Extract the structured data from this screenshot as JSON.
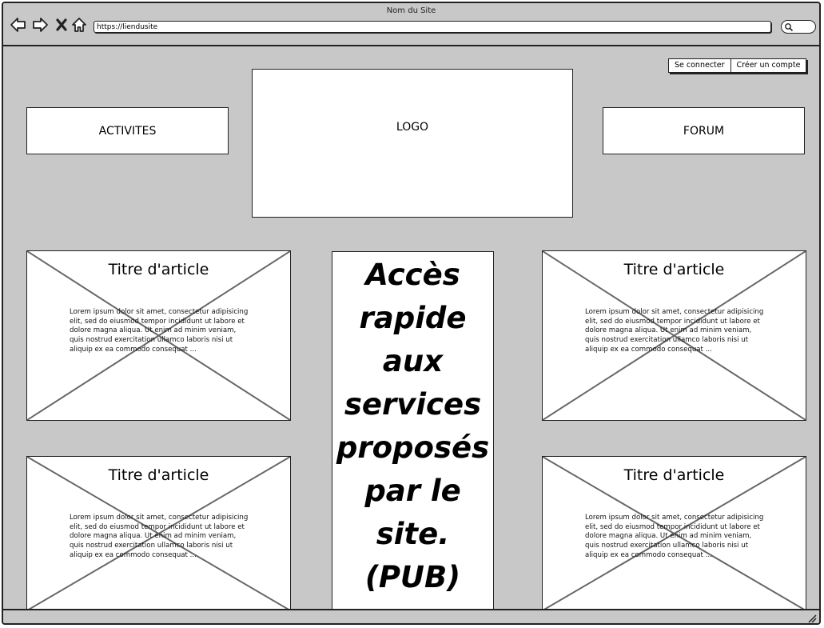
{
  "window": {
    "title": "Nom du Site",
    "url": "https://liendusite"
  },
  "icons": {
    "back": "back-arrow-icon",
    "forward": "forward-arrow-icon",
    "stop": "close-icon",
    "home": "home-icon",
    "search": "search-icon"
  },
  "auth": {
    "login_label": "Se connecter",
    "signup_label": "Créer un compte"
  },
  "nav": {
    "left_label": "ACTIVITES",
    "logo_label": "LOGO",
    "right_label": "FORUM"
  },
  "articles": [
    {
      "title": "Titre d'article",
      "body": "Lorem ipsum dolor sit amet, consectetur adipisicing elit, sed do eiusmod tempor incididunt ut labore et dolore magna aliqua. Ut enim ad minim veniam, quis nostrud exercitation ullamco laboris nisi ut aliquip ex ea commodo consequat ..."
    },
    {
      "title": "Titre d'article",
      "body": "Lorem ipsum dolor sit amet, consectetur adipisicing elit, sed do eiusmod tempor incididunt ut labore et dolore magna aliqua. Ut enim ad minim veniam, quis nostrud exercitation ullamco laboris nisi ut aliquip ex ea commodo consequat ..."
    },
    {
      "title": "Titre d'article",
      "body": "Lorem ipsum dolor sit amet, consectetur adipisicing elit, sed do eiusmod tempor incididunt ut labore et dolore magna aliqua. Ut enim ad minim veniam, quis nostrud exercitation ullamco laboris nisi ut aliquip ex ea commodo consequat ..."
    },
    {
      "title": "Titre d'article",
      "body": "Lorem ipsum dolor sit amet, consectetur adipisicing elit, sed do eiusmod tempor incididunt ut labore et dolore magna aliqua. Ut enim ad minim veniam, quis nostrud exercitation ullamco laboris nisi ut aliquip ex ea commodo consequat ..."
    }
  ],
  "pub": {
    "text": "Accès rapide aux services proposés par le site. (PUB)"
  },
  "colors": {
    "background": "#c8c8c8",
    "panel": "#ffffff",
    "stroke": "#222222"
  }
}
